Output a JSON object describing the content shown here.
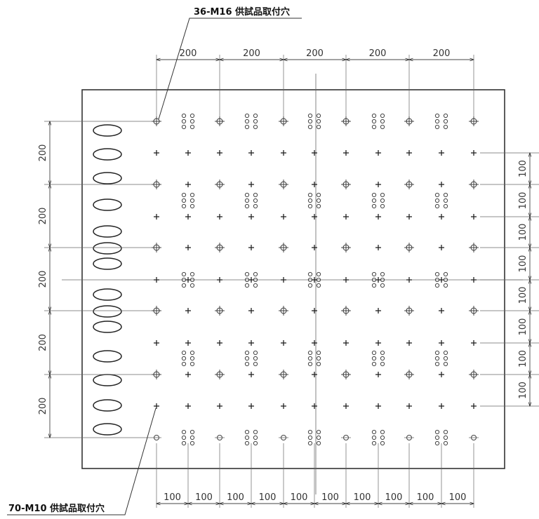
{
  "labels": {
    "top_callout": "36-M16 供試品取付穴",
    "bottom_callout": "70-M10 供試品取付穴"
  },
  "dimensions": {
    "top": [
      "200",
      "200",
      "200",
      "200",
      "200"
    ],
    "bottom": [
      "100",
      "100",
      "100",
      "100",
      "100",
      "100",
      "100",
      "100",
      "100",
      "100"
    ],
    "left": [
      "200",
      "200",
      "200",
      "200",
      "200"
    ],
    "right": [
      "100",
      "100",
      "100",
      "100",
      "100",
      "100",
      "100",
      "100"
    ]
  },
  "colors": {
    "line": "#333333",
    "thin": "#555555"
  }
}
